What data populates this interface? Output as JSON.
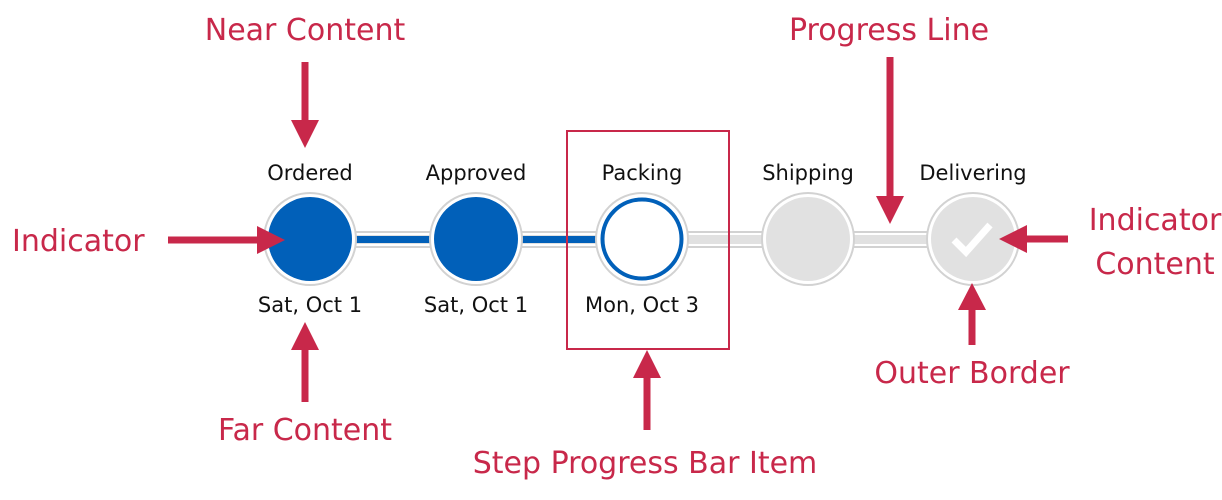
{
  "colors": {
    "accent": "#0160b9",
    "pending": "#e1e1e1",
    "border": "#d2d2d2",
    "annotation": "#c8284a"
  },
  "steps": [
    {
      "near": "Ordered",
      "far": "Sat, Oct 1",
      "state": "completed"
    },
    {
      "near": "Approved",
      "far": "Sat, Oct 1",
      "state": "completed"
    },
    {
      "near": "Packing",
      "far": "Mon, Oct 3",
      "state": "current"
    },
    {
      "near": "Shipping",
      "far": "",
      "state": "pending"
    },
    {
      "near": "Delivering",
      "far": "",
      "state": "pending",
      "icon": "check-icon"
    }
  ],
  "annotations": {
    "near_content": "Near Content",
    "indicator": "Indicator",
    "far_content": "Far Content",
    "item": "Step Progress Bar Item",
    "progress_line": "Progress Line",
    "indicator_content_1": "Indicator",
    "indicator_content_2": "Content",
    "outer_border": "Outer Border"
  }
}
